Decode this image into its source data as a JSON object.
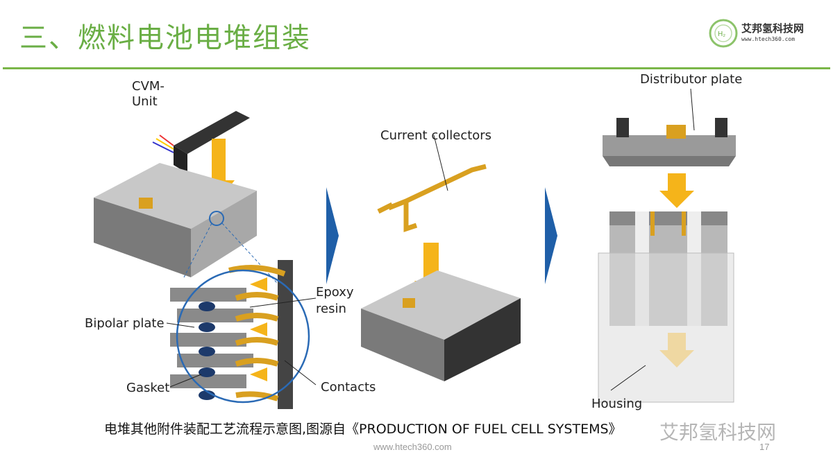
{
  "header": {
    "title": "三、燃料电池电堆组装",
    "logo_name": "艾邦氢科技网",
    "logo_url": "www.htech360.com",
    "logo_symbol": "H₂"
  },
  "diagram": {
    "labels": {
      "cvm": "CVM-\nUnit",
      "bipolar": "Bipolar plate",
      "gasket": "Gasket",
      "epoxy": "Epoxy\nresin",
      "contacts": "Contacts",
      "collectors": "Current collectors",
      "distributor": "Distributor plate",
      "housing": "Housing"
    },
    "colors": {
      "arrow": "#f5b41a",
      "step_arrow": "#1f5fa8",
      "plate": "#8a8a8a",
      "copper": "#d9a020",
      "circle": "#2a6ab5",
      "gasket": "#1d3a6b"
    }
  },
  "caption": "电堆其他附件装配工艺流程示意图,图源自《PRODUCTION OF FUEL CELL SYSTEMS》",
  "footer": {
    "url": "www.htech360.com",
    "page": "17"
  },
  "watermark": "艾邦氢科技网"
}
